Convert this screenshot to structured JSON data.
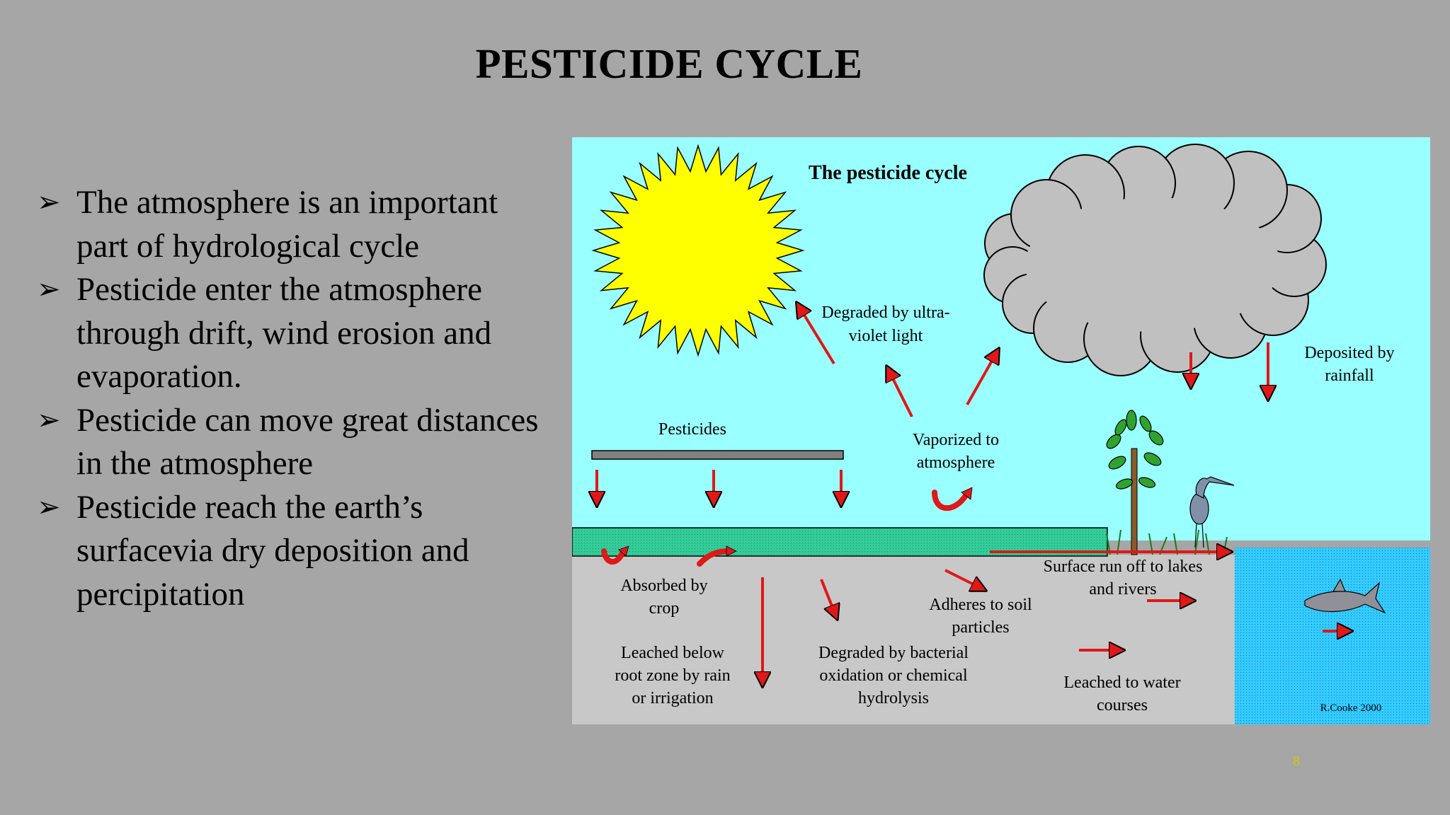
{
  "slide": {
    "title": "PESTICIDE CYCLE",
    "bullets": [
      "The atmosphere is an important part of hydrological cycle",
      "Pesticide enter the atmosphere through drift, wind erosion and evaporation.",
      "Pesticide can move great distances in the atmosphere",
      "Pesticide reach the earth’s surfacevia dry deposition and percipitation"
    ],
    "bullet_marker": "➢",
    "page_number": "8"
  },
  "diagram": {
    "title": "The pesticide cycle",
    "labels": {
      "pesticides": "Pesticides",
      "uv_1": "Degraded by ultra-",
      "uv_2": "violet light",
      "vapor_1": "Vaporized to",
      "vapor_2": "atmosphere",
      "rain_1": "Deposited by",
      "rain_2": "rainfall",
      "crop_1": "Absorbed by",
      "crop_2": "crop",
      "leach_1": "Leached below",
      "leach_2": "root zone by rain",
      "leach_3": "or irrigation",
      "bact_1": "Degraded by bacterial",
      "bact_2": "oxidation or chemical",
      "bact_3": "hydrolysis",
      "soil_1": "Adheres to soil",
      "soil_2": "particles",
      "runoff_1": "Surface run off to lakes",
      "runoff_2": "and rivers",
      "water_1": "Leached to water",
      "water_2": "courses",
      "credit": "R.Cooke 2000"
    },
    "colors": {
      "sky": "#99ffff",
      "ground": "#c8c8c8",
      "grass": "#33cc99",
      "water": "#33ccff",
      "arrow": "#e01818",
      "sun": "#ffff00",
      "cloud": "#c0c0c0"
    }
  }
}
